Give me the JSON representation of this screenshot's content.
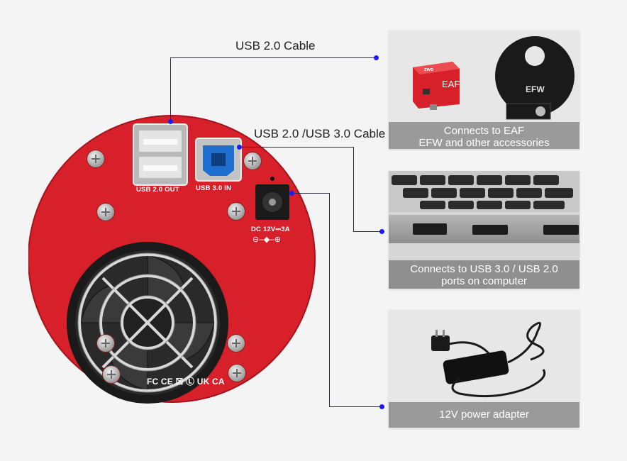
{
  "labels": {
    "usb2_cable": "USB 2.0 Cable",
    "usb23_cable": "USB 2.0 /USB 3.0 Cable"
  },
  "camera": {
    "port_usb2_out": "USB 2.0 OUT",
    "port_usb3_in": "USB 3.0 IN",
    "dc_label": "DC 12V⎓3A",
    "dc_symbol": "⊖–◆–⊕",
    "cert_marks": "FC CE ☒ Ⓛ UK CA"
  },
  "cards": [
    {
      "line1": "Connects to EAF",
      "line2": "EFW and other accessories",
      "eaf_text": "EAF",
      "efw_text": "EFW",
      "brand": "zwo"
    },
    {
      "line1": "Connects to USB 3.0 / USB 2.0",
      "line2": "ports on computer"
    },
    {
      "line1": "12V power adapter"
    }
  ],
  "colors": {
    "camera_red": "#d8202b",
    "dot_blue": "#1a1aff",
    "usb3_blue": "#1e6fd0",
    "caption_gray": "#9a9a9a"
  }
}
